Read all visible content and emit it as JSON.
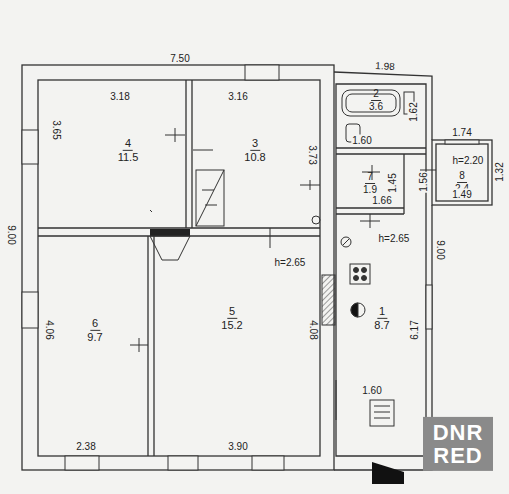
{
  "diagram": {
    "nodes": [
      {
        "text": [
          "4",
          "11.5"
        ]
      },
      {
        "text": [
          "3",
          "10.8"
        ]
      },
      {
        "text": [
          "2",
          "3.6"
        ]
      },
      {
        "text": [
          "7",
          "1.9"
        ]
      },
      {
        "text": [
          "8",
          "2.4"
        ]
      },
      {
        "text": [
          "1",
          "8.7"
        ]
      },
      {
        "text": [
          "6",
          "9.7"
        ]
      },
      {
        "text": [
          "5",
          "15.2"
        ]
      }
    ],
    "labels": [
      "7.50",
      "1.98",
      "3.18",
      "3.16",
      "3.65",
      "9.00",
      "3.73",
      "1.62",
      "1.60",
      "1.74",
      "1.56",
      "h=2.20",
      "1.32",
      "1.45",
      "1.66",
      "1.49",
      "h=2.65",
      "h=2.65",
      "9.00",
      "6.17",
      "4.06",
      "4.08",
      "2.38",
      "3.90",
      "1.60",
      "DNR RED"
    ]
  }
}
